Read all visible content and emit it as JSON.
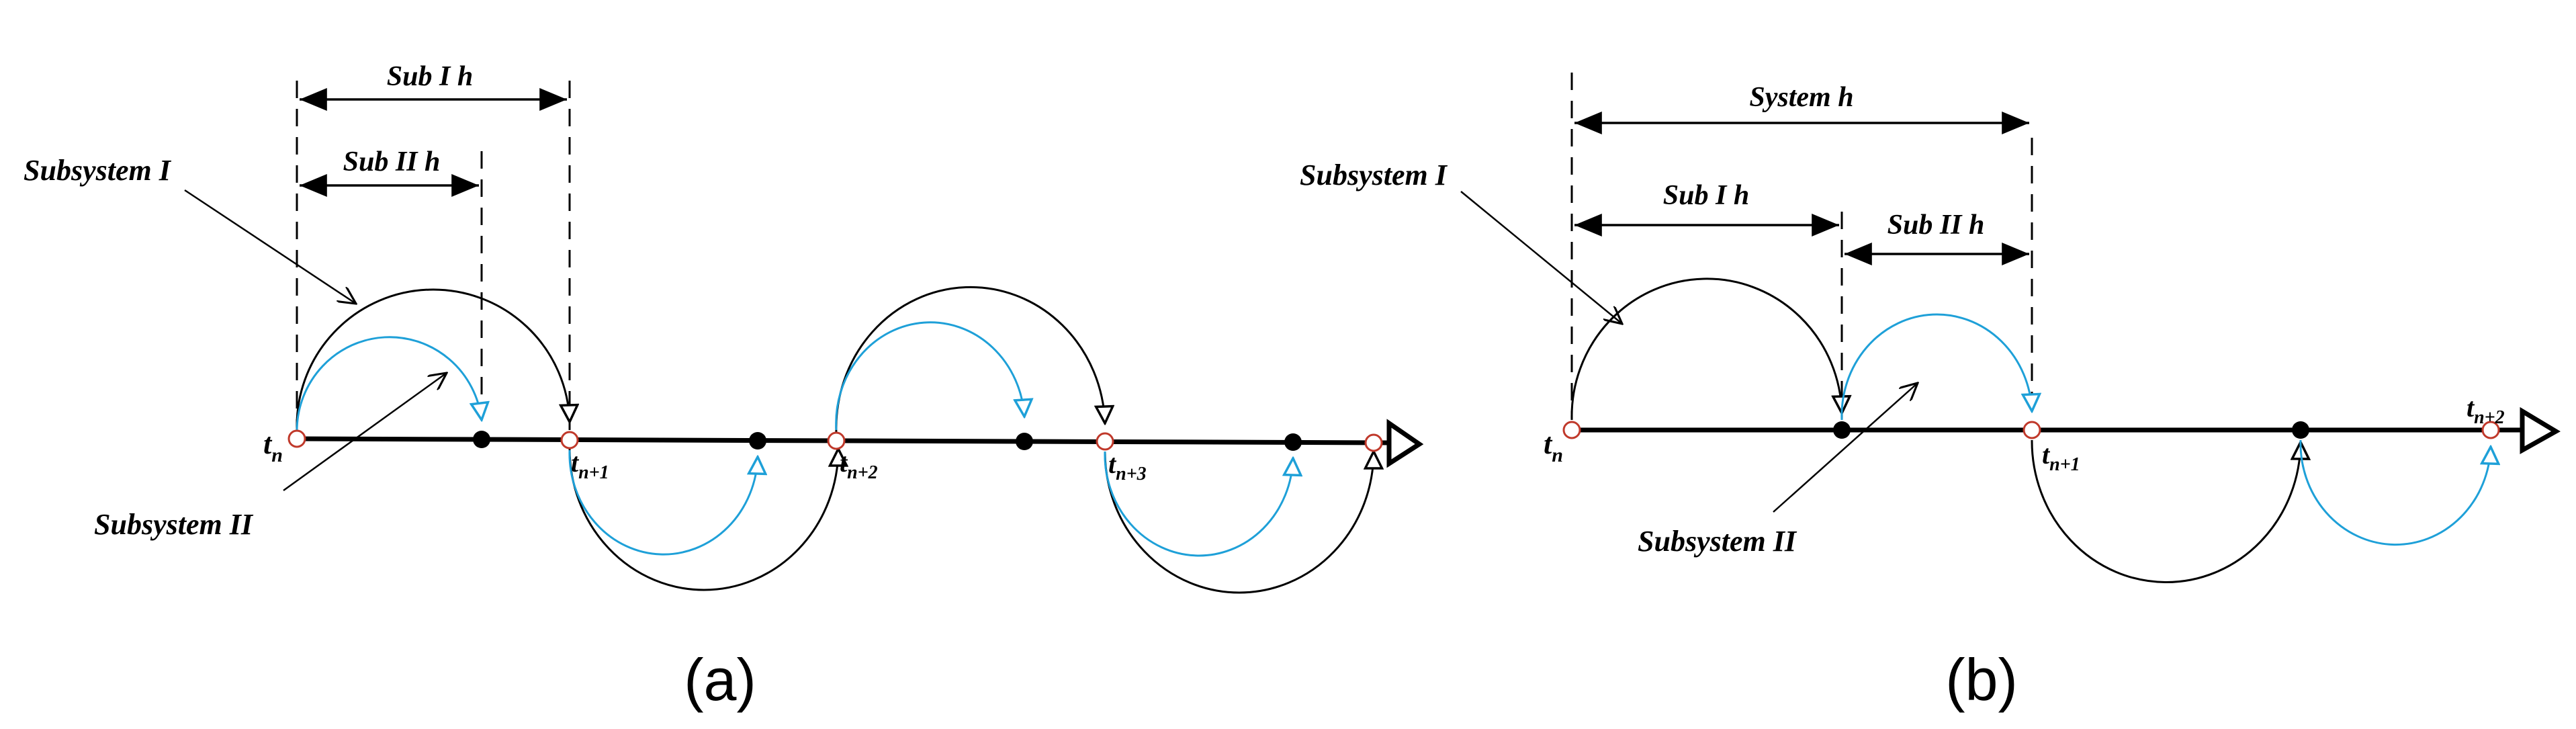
{
  "panel_a": {
    "caption": "(a)",
    "sub1_h": "Sub I h",
    "sub2_h": "Sub II h",
    "subsystem1": "Subsystem I",
    "subsystem2": "Subsystem II",
    "t_n": {
      "base": "t",
      "sub": "n"
    },
    "t_n1": {
      "base": "t",
      "sub": "n+1"
    },
    "t_n2": {
      "base": "t",
      "sub": "n+2"
    },
    "t_n3": {
      "base": "t",
      "sub": "n+3"
    }
  },
  "panel_b": {
    "caption": "(b)",
    "system_h": "System h",
    "sub1_h": "Sub I h",
    "sub2_h": "Sub II h",
    "subsystem1": "Subsystem I",
    "subsystem2": "Subsystem II",
    "t_n": {
      "base": "t",
      "sub": "n"
    },
    "t_n1": {
      "base": "t",
      "sub": "n+1"
    },
    "t_n2": {
      "base": "t",
      "sub": "n+2"
    }
  },
  "colors": {
    "subsystem1_arc": "#000000",
    "subsystem2_arc": "#1ea0d8",
    "node_open": "#c0392b",
    "node_filled": "#000000"
  }
}
